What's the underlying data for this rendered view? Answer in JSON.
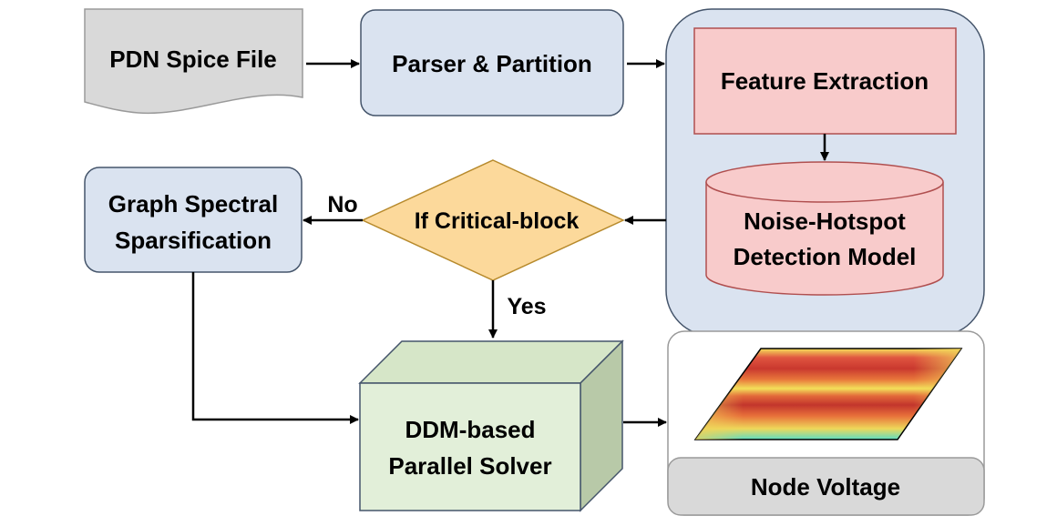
{
  "nodes": {
    "pdn_spice_file": "PDN Spice File",
    "parser_partition": "Parser & Partition",
    "feature_extraction": "Feature Extraction",
    "noise_hotspot_line1": "Noise-Hotspot",
    "noise_hotspot_line2": "Detection Model",
    "critical_block": "If Critical-block",
    "graph_spectral_line1": "Graph Spectral",
    "graph_spectral_line2": "Sparsification",
    "ddm_solver_line1": "DDM-based",
    "ddm_solver_line2": "Parallel Solver",
    "node_voltage": "Node Voltage"
  },
  "edges": {
    "no_label": "No",
    "yes_label": "Yes"
  },
  "colors": {
    "document_fill": "#d9d9d9",
    "process_fill": "#dae3f0",
    "container_fill": "#dae3f0",
    "feature_fill": "#f8cbcb",
    "cylinder_fill": "#f8cbcb",
    "decision_fill": "#fcd99b",
    "cube_front": "#e2efd9",
    "cube_top": "#d6e6c8",
    "cube_side": "#b8c9a8",
    "output_label_fill": "#d9d9d9",
    "stroke": "#45556b"
  }
}
